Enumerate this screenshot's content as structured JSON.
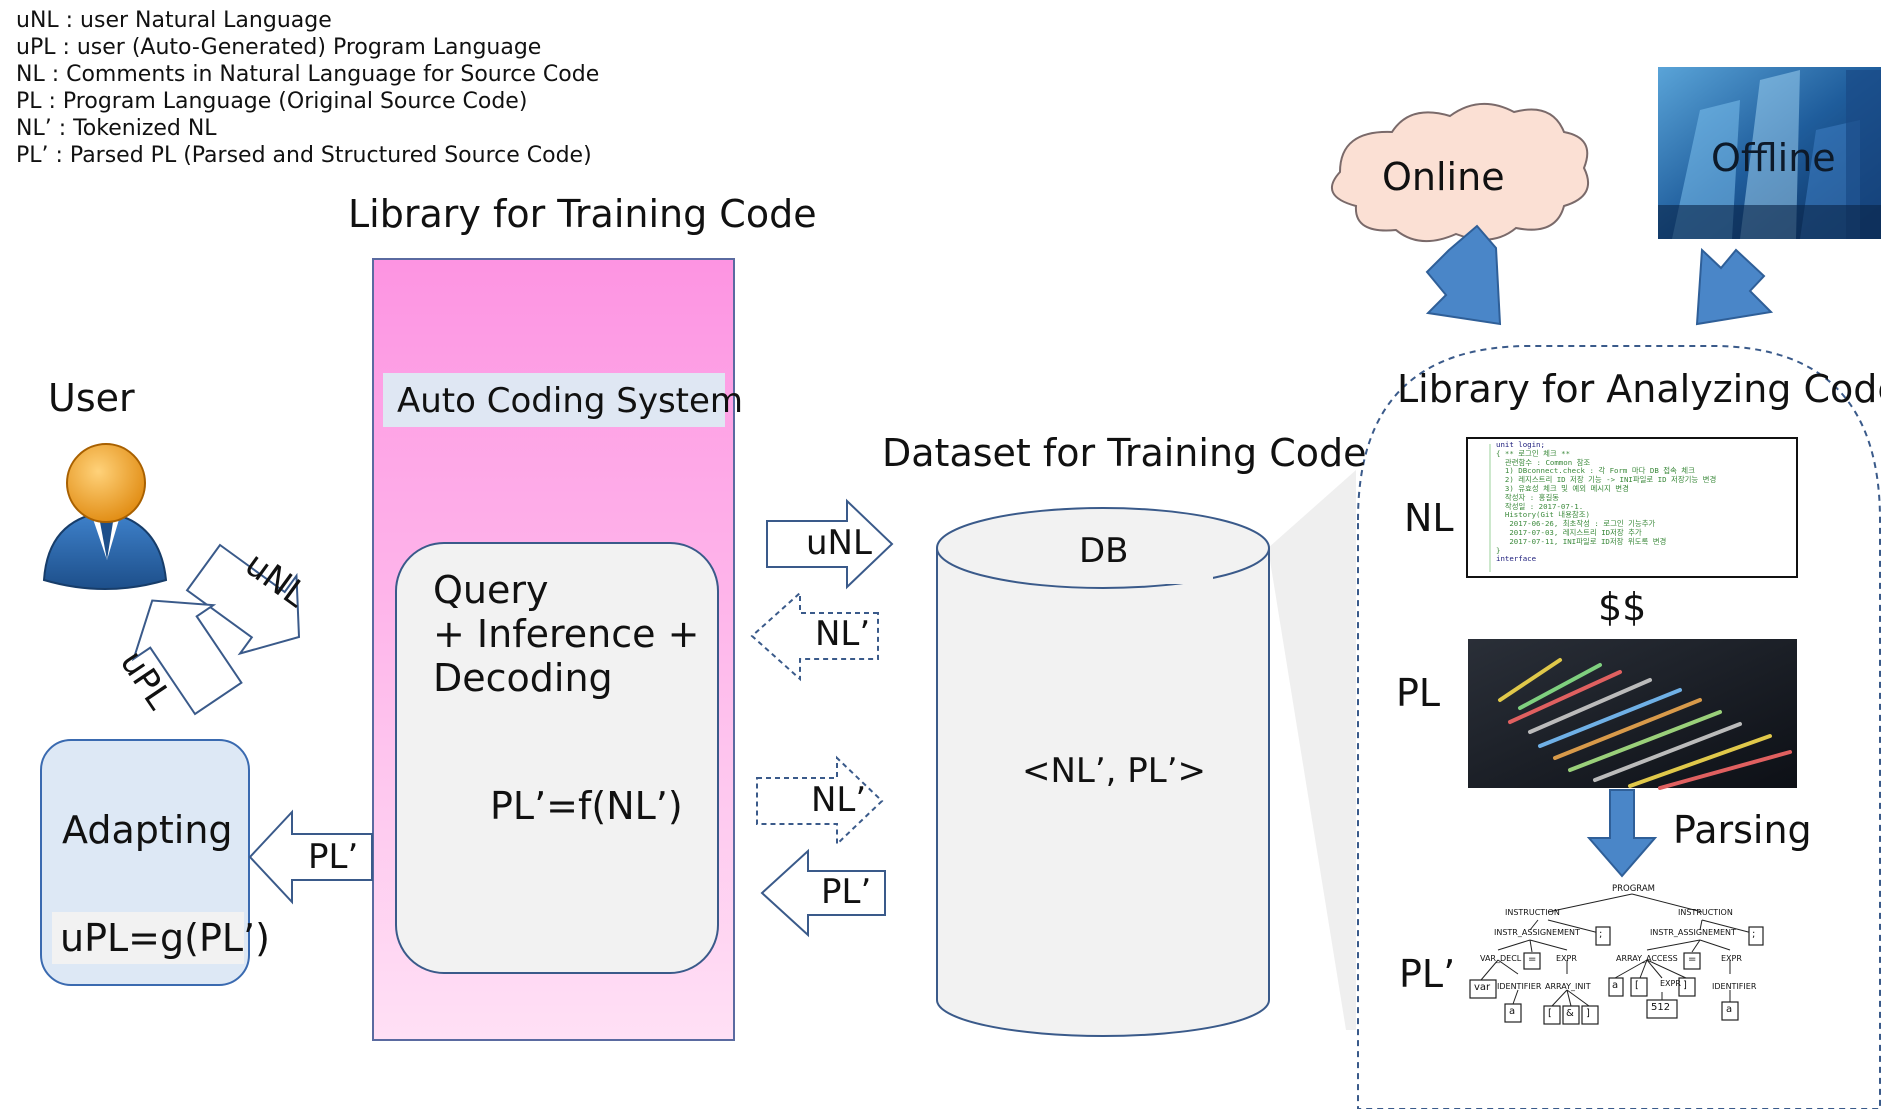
{
  "legend": [
    "uNL : user Natural Language",
    "uPL : user (Auto-Generated) Program Language",
    "NL : Comments in Natural Language for Source Code",
    "PL : Program Language (Original Source Code)",
    "NL’ : Tokenized NL",
    "PL’ : Parsed PL (Parsed and Structured Source Code)"
  ],
  "user": {
    "label": "User"
  },
  "training_library": {
    "title": "Library for Training Code",
    "system_label": "Auto Coding System",
    "process_line1": "Query",
    "process_line2": "+ Inference +",
    "process_line3": "Decoding",
    "formula": "PL’=f(NL’)"
  },
  "adapting": {
    "label": "Adapting",
    "formula": "uPL=g(PL’)"
  },
  "arrows": {
    "user_to_system": "uNL",
    "adapting_to_user": "uPL",
    "system_to_adapting": "PL’",
    "to_db_unl": "uNL",
    "from_db_nl": "NL’",
    "to_db_nl": "NL’",
    "from_db_pl": "PL’"
  },
  "dataset": {
    "title": "Dataset for Training Code",
    "db_label": "DB",
    "content": "<NL’, PL’>"
  },
  "sources": {
    "online": "Online",
    "offline": "Offline"
  },
  "analyzing_library": {
    "title": "Library for Analyzing Code",
    "nl_label": "NL",
    "pl_label": "PL",
    "pl_prime_label": "PL’",
    "separator": "$$",
    "parsing_label": "Parsing"
  },
  "code_comment_lines": [
    "unit login;",
    "{ ** 로그인 체크 **",
    "  관련함수 : Common 참조",
    "  1) DBconnect.check : 각 Form 마다 DB 접속 체크",
    "  2) 레지스트리 ID 저장 기능 -> INI파일로 ID 저장기능 변경",
    "  3) 유효성 체크 및 예외 메시지 변경",
    "",
    "  작성자 : 홍길동",
    "  작성일 : 2017-07-1.",
    "  History(Git 내용참조)",
    "   2017-06-26, 최초작성 : 로그인 기능추가",
    "   2017-07-03, 레지스트리 ID저장 추가",
    "   2017-07-11, INI파일로 ID저장 위도록 변경",
    "}",
    "interface"
  ],
  "parse_tree": {
    "root": "PROGRAM",
    "nodes": [
      "INSTRUCTION",
      "INSTRUCTION",
      "INSTR_ASSIGNEMENT",
      "INSTR_ASSIGNEMENT",
      "VAR_DECL",
      "EXPR",
      "ARRAY_ACCESS",
      "EXPR",
      "IDENTIFIER",
      "ARRAY_INIT",
      "EXPR",
      "IDENTIFIER"
    ],
    "tokens": [
      ";",
      "=",
      "var",
      "a",
      "[",
      "&",
      "]",
      ";",
      "=",
      "a",
      "[",
      "]",
      "512",
      "a"
    ]
  },
  "colors": {
    "arrow_blue": "#4a86c8",
    "pink_top": "#fd94e2",
    "pink_bottom": "#ffe0f5",
    "cloud_fill": "#fbe0d4",
    "user_head": "#f0a020",
    "user_body": "#2d6cb0",
    "adapting_fill": "#dde8f5",
    "system_label_bg": "#dfe7f3"
  }
}
